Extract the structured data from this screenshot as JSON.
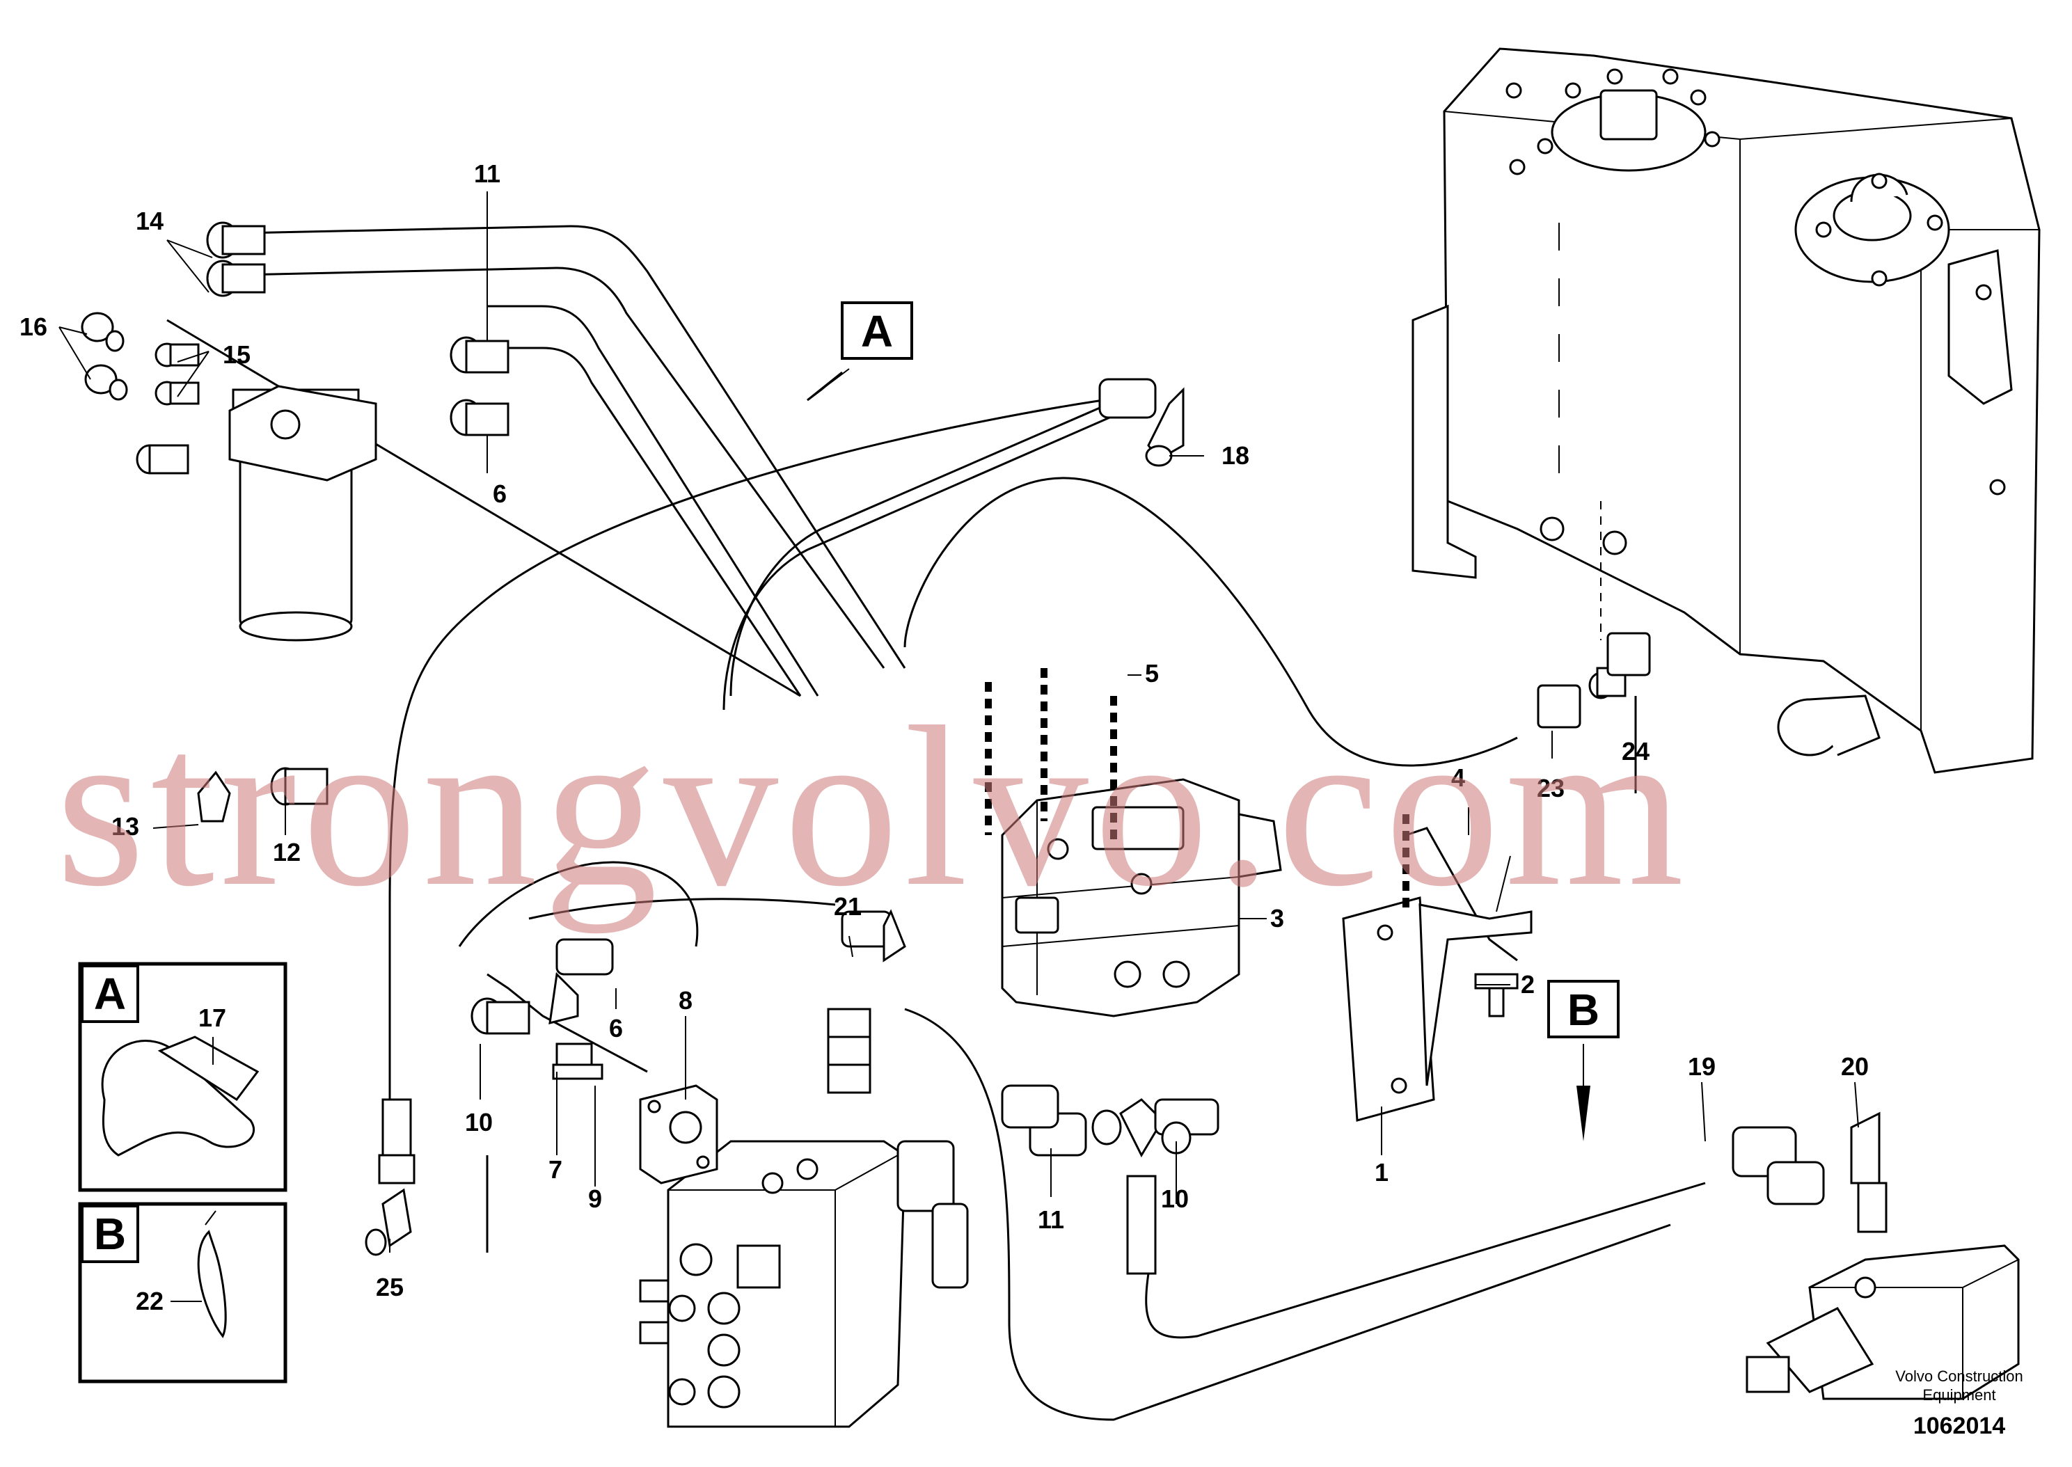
{
  "callouts": [
    {
      "id": "c14",
      "text": "14"
    },
    {
      "id": "c16",
      "text": "16"
    },
    {
      "id": "c15",
      "text": "15"
    },
    {
      "id": "c11a",
      "text": "11"
    },
    {
      "id": "c6a",
      "text": "6"
    },
    {
      "id": "c18",
      "text": "18"
    },
    {
      "id": "c5",
      "text": "5"
    },
    {
      "id": "c13",
      "text": "13"
    },
    {
      "id": "c12",
      "text": "12"
    },
    {
      "id": "c4",
      "text": "4"
    },
    {
      "id": "c23",
      "text": "23"
    },
    {
      "id": "c24",
      "text": "24"
    },
    {
      "id": "c21",
      "text": "21"
    },
    {
      "id": "c3",
      "text": "3"
    },
    {
      "id": "c2",
      "text": "2"
    },
    {
      "id": "c6b",
      "text": "6"
    },
    {
      "id": "c8",
      "text": "8"
    },
    {
      "id": "c10a",
      "text": "10"
    },
    {
      "id": "c7",
      "text": "7"
    },
    {
      "id": "c9",
      "text": "9"
    },
    {
      "id": "c11b",
      "text": "11"
    },
    {
      "id": "c10b",
      "text": "10"
    },
    {
      "id": "c1",
      "text": "1"
    },
    {
      "id": "c19",
      "text": "19"
    },
    {
      "id": "c20",
      "text": "20"
    },
    {
      "id": "c25",
      "text": "25"
    },
    {
      "id": "c17",
      "text": "17"
    },
    {
      "id": "c22",
      "text": "22"
    }
  ],
  "view_markers": {
    "a": "A",
    "b": "B"
  },
  "detail_boxes": {
    "a": {
      "letter": "A",
      "part": "17"
    },
    "b": {
      "letter": "B",
      "part": "22"
    }
  },
  "watermark": "strongvolvo.com",
  "footer": {
    "brand_line1": "Volvo Construction",
    "brand_line2": "Equipment",
    "drawing_number": "1062014"
  }
}
